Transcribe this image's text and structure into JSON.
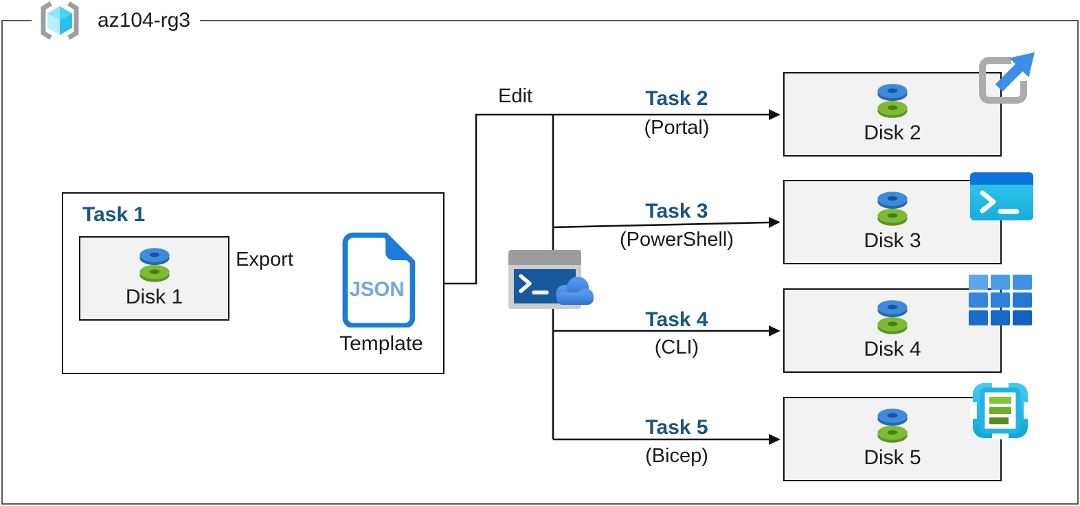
{
  "resource_group": {
    "name": "az104-rg3"
  },
  "colors": {
    "task_title_navy": "#1A567F",
    "box_fill_gray": "#F2F2F2",
    "connector_black": "#111111",
    "outer_border_gray": "#585858",
    "json_doc_blue": "#1B7CD9",
    "json_text_blue": "#6FA8EB",
    "disk_blue": "#3F8BDB",
    "disk_green": "#7CBB33"
  },
  "task1": {
    "title": "Task 1",
    "disk_label": "Disk 1"
  },
  "labels": {
    "export": "Export",
    "edit": "Edit",
    "template": "Template",
    "json_doc": "JSON"
  },
  "branches": [
    {
      "task": "Task 2",
      "method": "(Portal)",
      "disk": "Disk 2"
    },
    {
      "task": "Task 3",
      "method": "(PowerShell)",
      "disk": "Disk 3"
    },
    {
      "task": "Task 4",
      "method": "(CLI)",
      "disk": "Disk 4"
    },
    {
      "task": "Task 5",
      "method": "(Bicep)",
      "disk": "Disk 5"
    }
  ]
}
